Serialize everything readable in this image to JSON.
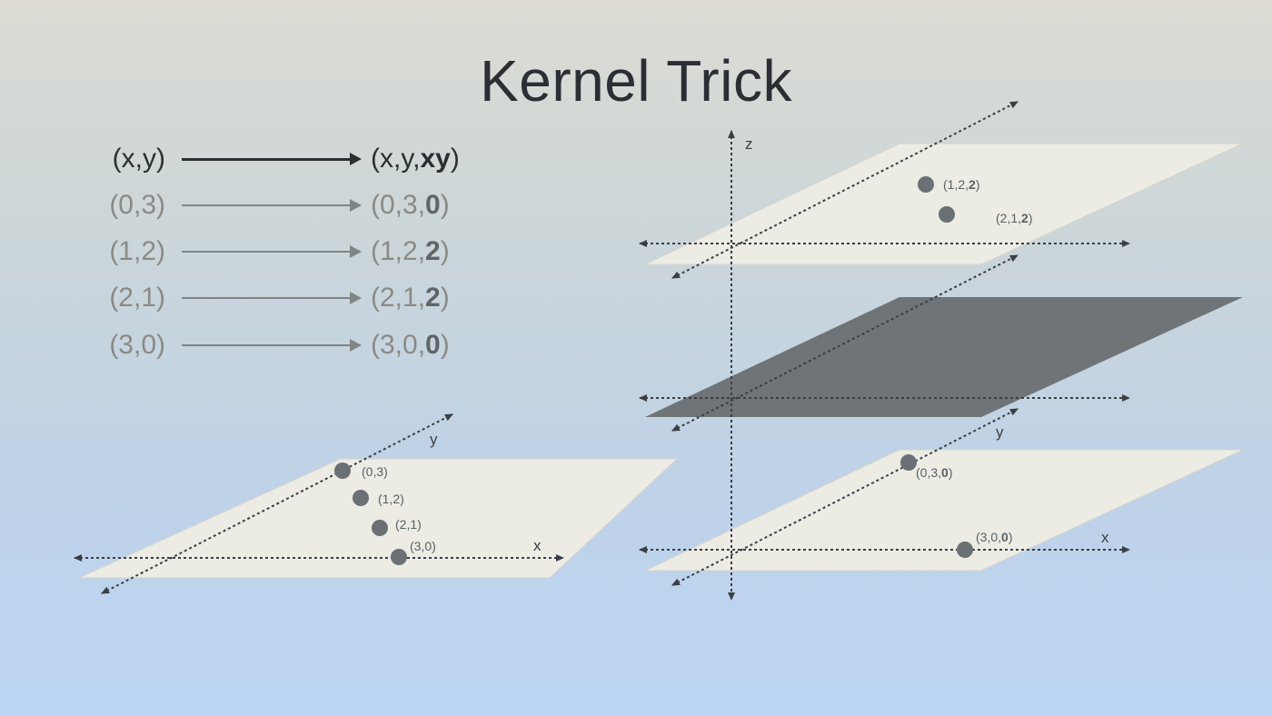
{
  "slide": {
    "title": "Kernel Trick",
    "mapping_header": {
      "src": "(x,y)",
      "dst_prefix": "(x,y,",
      "dst_bold": "xy",
      "dst_suffix": ")"
    },
    "mapping_rows": [
      {
        "src": "(0,3)",
        "dst_prefix": "(0,3,",
        "dst_bold": "0",
        "dst_suffix": ")"
      },
      {
        "src": "(1,2)",
        "dst_prefix": "(1,2,",
        "dst_bold": "2",
        "dst_suffix": ")"
      },
      {
        "src": "(2,1)",
        "dst_prefix": "(2,1,",
        "dst_bold": "2",
        "dst_suffix": ")"
      },
      {
        "src": "(3,0)",
        "dst_prefix": "(3,0,",
        "dst_bold": "0",
        "dst_suffix": ")"
      }
    ]
  },
  "plot_2d": {
    "x_axis_label": "x",
    "y_axis_label": "y",
    "points": [
      {
        "label": "(0,3)"
      },
      {
        "label": "(1,2)"
      },
      {
        "label": "(2,1)"
      },
      {
        "label": "(3,0)"
      }
    ]
  },
  "plot_3d": {
    "z_axis_label": "z",
    "y_axis_label": "y",
    "x_axis_label": "x",
    "upper_points": [
      {
        "prefix": "(1,2,",
        "bold": "2",
        "suffix": ")"
      },
      {
        "prefix": "(2,1,",
        "bold": "2",
        "suffix": ")"
      }
    ],
    "lower_points": [
      {
        "prefix": "(0,3,",
        "bold": "0",
        "suffix": ")"
      },
      {
        "prefix": "(3,0,",
        "bold": "0",
        "suffix": ")"
      }
    ]
  },
  "colors": {
    "plane_fill": "#ecebe4",
    "separating_plane": "#6e7477",
    "point_fill": "#6b7075",
    "axis": "#3a3f44",
    "label": "#5a6064"
  }
}
